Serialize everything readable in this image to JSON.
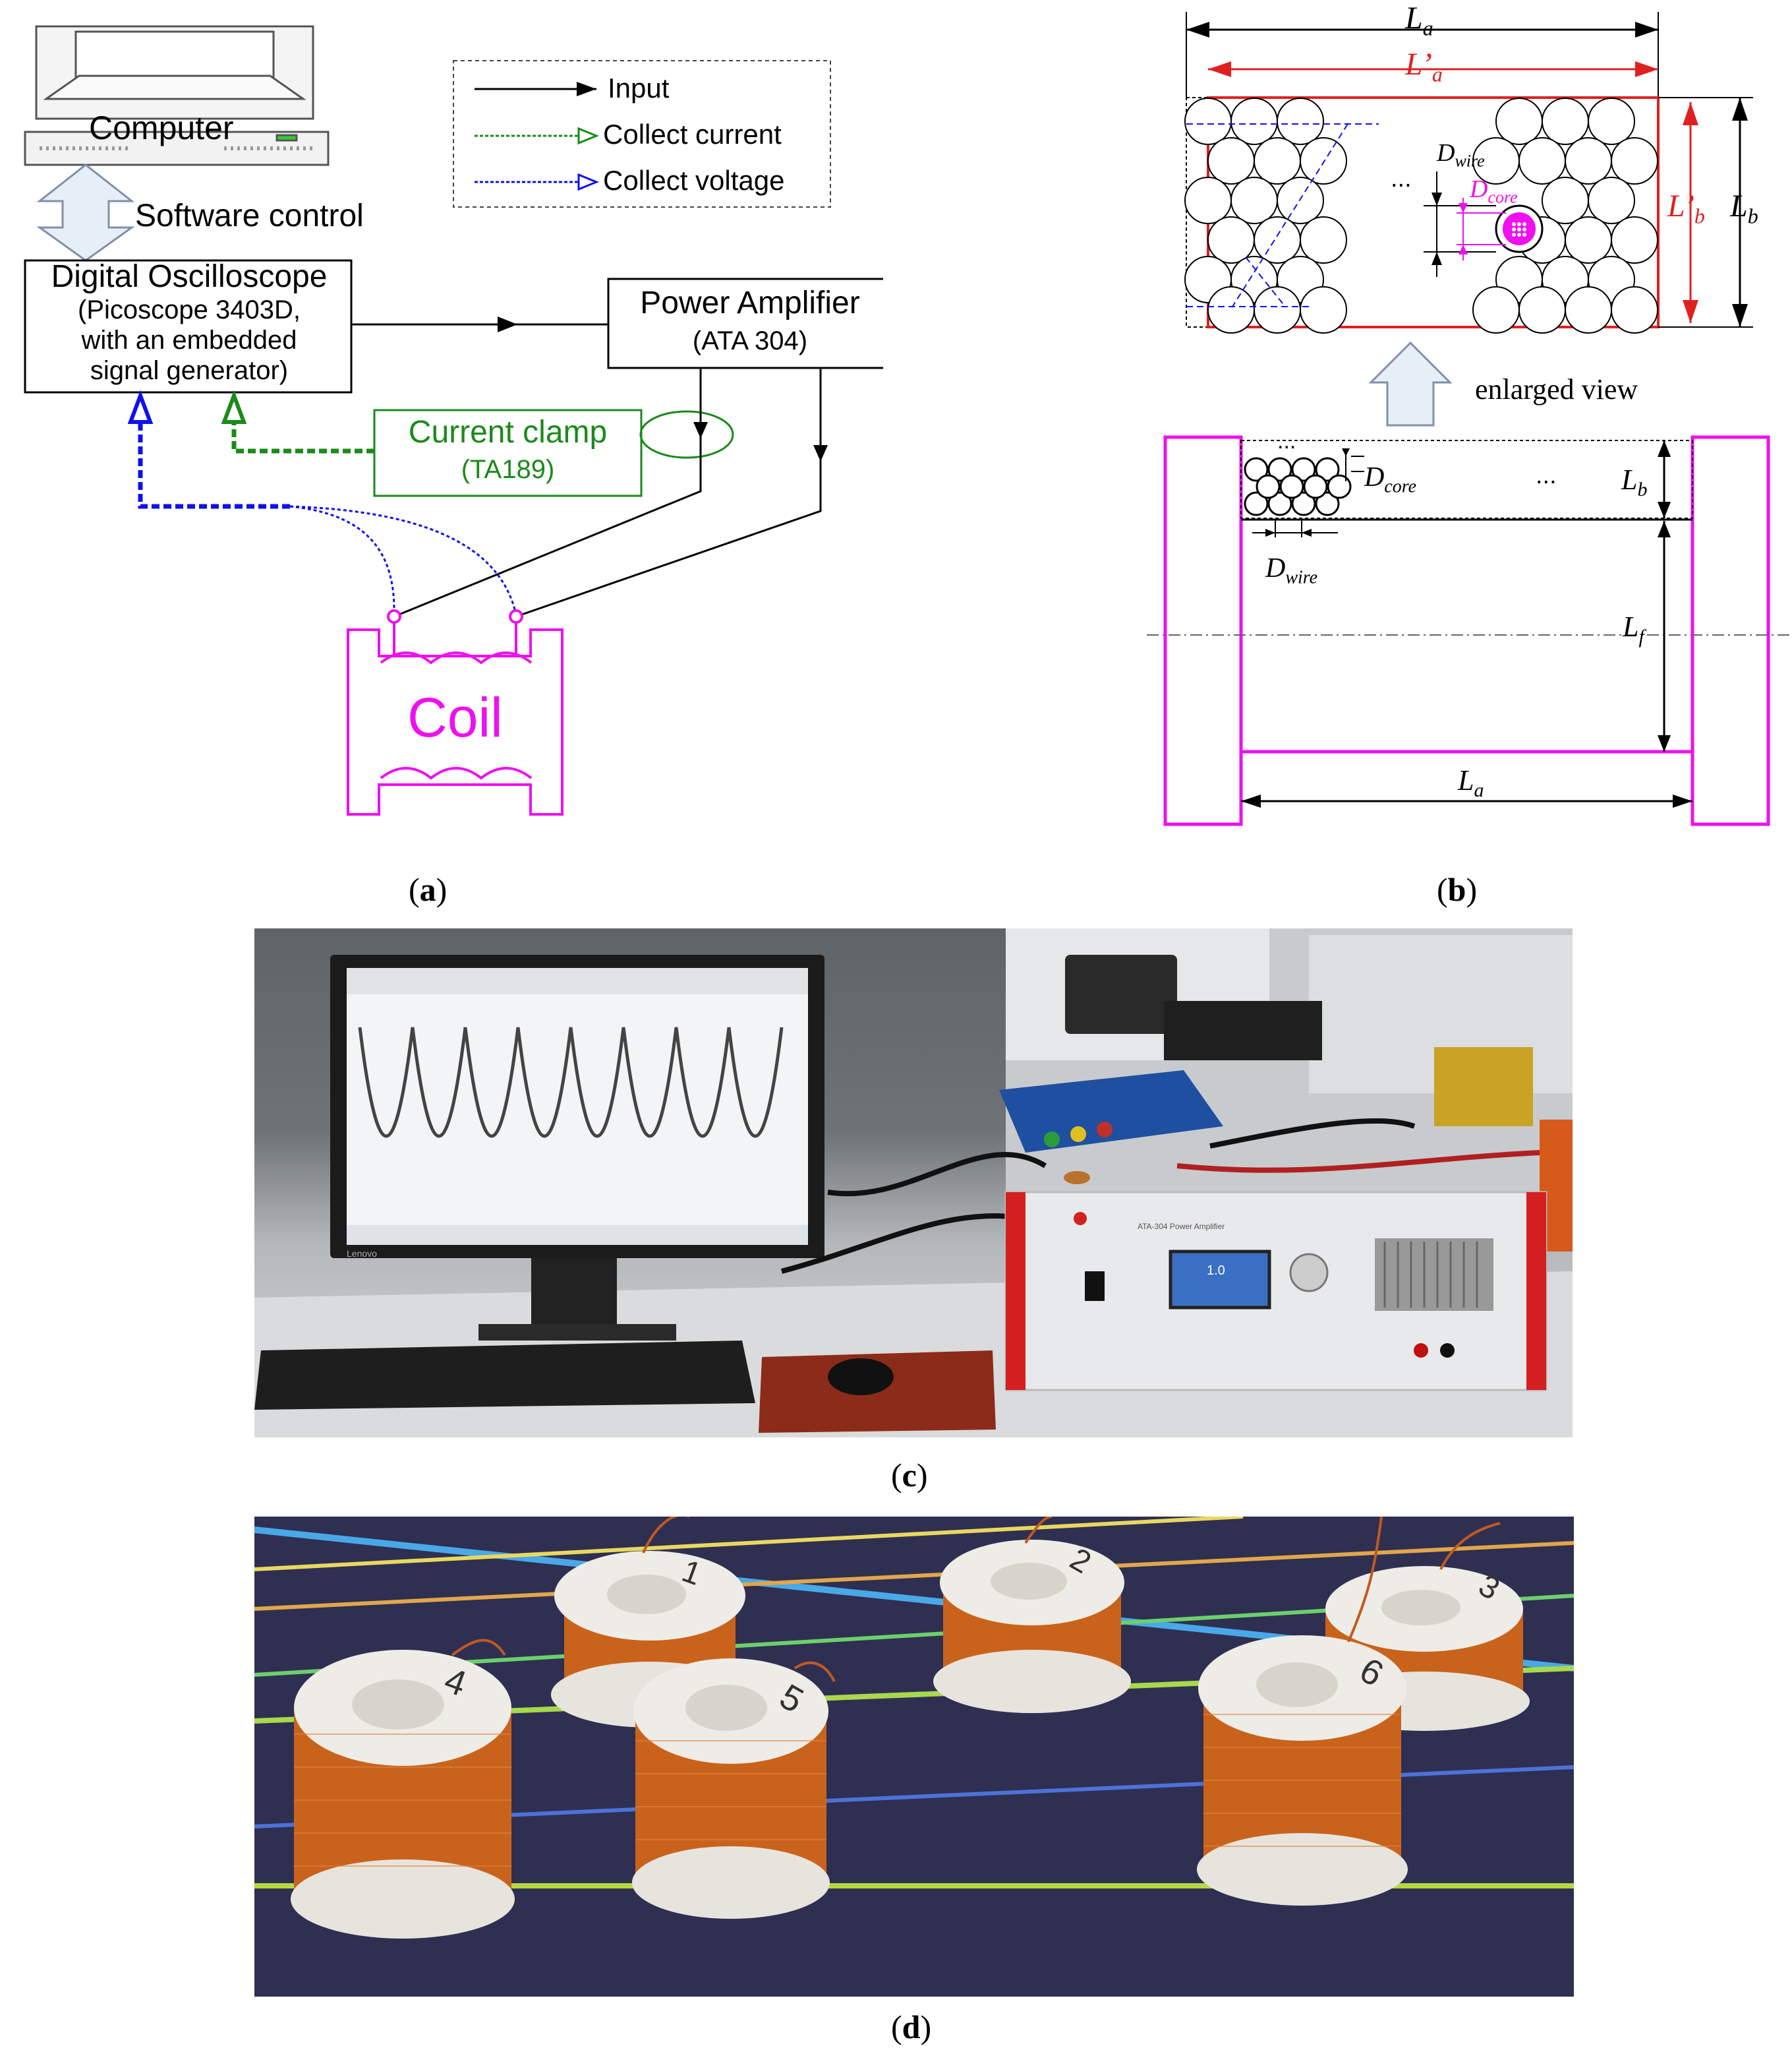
{
  "panel_a": {
    "computer": "Computer",
    "software_control": "Software control",
    "oscilloscope": {
      "title": "Digital Oscilloscope",
      "line1": "(Picoscope 3403D,",
      "line2": "with an embedded",
      "line3": "signal generator)"
    },
    "amplifier": {
      "title": "Power Amplifier",
      "model": "(ATA 304)"
    },
    "clamp": {
      "title": "Current clamp",
      "model": "(TA189)"
    },
    "coil": "Coil",
    "legend": {
      "input": "Input",
      "collect_current": "Collect current",
      "collect_voltage": "Collect voltage"
    },
    "colors": {
      "current": "#1a8a1a",
      "voltage": "#1010ee",
      "coil": "#ee10ee",
      "input": "#000000"
    }
  },
  "panel_b": {
    "La": "L",
    "La_sub": "a",
    "La_prime": "L’",
    "La_prime_sub": "a",
    "Lb": "L",
    "Lb_sub": "b",
    "Lb_prime": "L’",
    "Lb_prime_sub": "b",
    "Lf": "L",
    "Lf_sub": "f",
    "Dwire": "D",
    "Dwire_sub": "wire",
    "Dcore": "D",
    "Dcore_sub": "core",
    "ellipsis": "...",
    "enlarged_view": "enlarged view"
  },
  "captions": {
    "a": "a",
    "b": "b",
    "c": "c",
    "d": "d"
  },
  "photo_c": {
    "monitor_brand": "Lenovo",
    "amplifier_label": "ATA-304 Power Amplifier",
    "display_value": "1.0"
  },
  "photo_d": {
    "coil_numbers": [
      "1",
      "2",
      "3",
      "4",
      "5",
      "6"
    ]
  }
}
